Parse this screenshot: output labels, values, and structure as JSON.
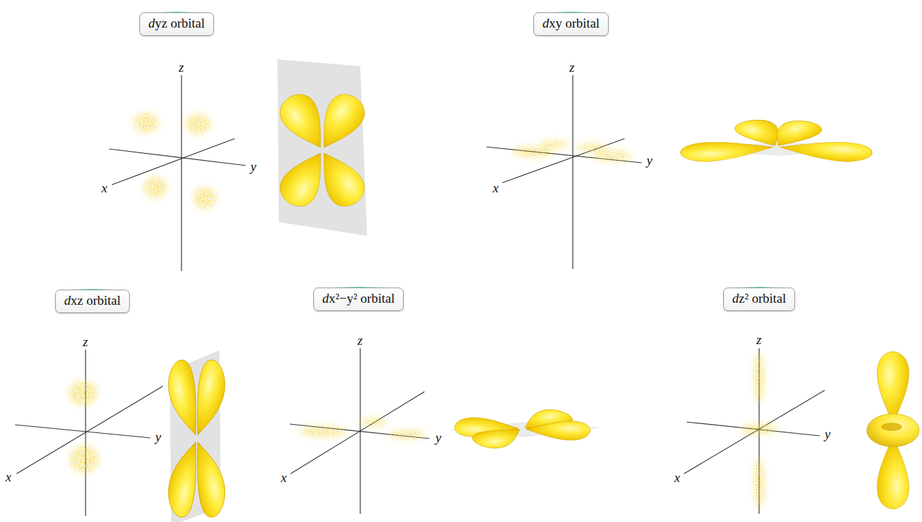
{
  "diagram": {
    "nodes": [
      {
        "text": [
          "dyz orbital"
        ]
      },
      {
        "text": [
          "dxy orbital"
        ]
      },
      {
        "text": [
          "dxz orbital"
        ]
      },
      {
        "text": [
          "dx²−y² orbital"
        ]
      },
      {
        "text": [
          "dz² orbital"
        ]
      }
    ],
    "labels": [
      "z",
      "y",
      "x",
      "z",
      "y",
      "x",
      "z",
      "y",
      "x",
      "z",
      "y",
      "x",
      "z",
      "y",
      "x"
    ]
  }
}
